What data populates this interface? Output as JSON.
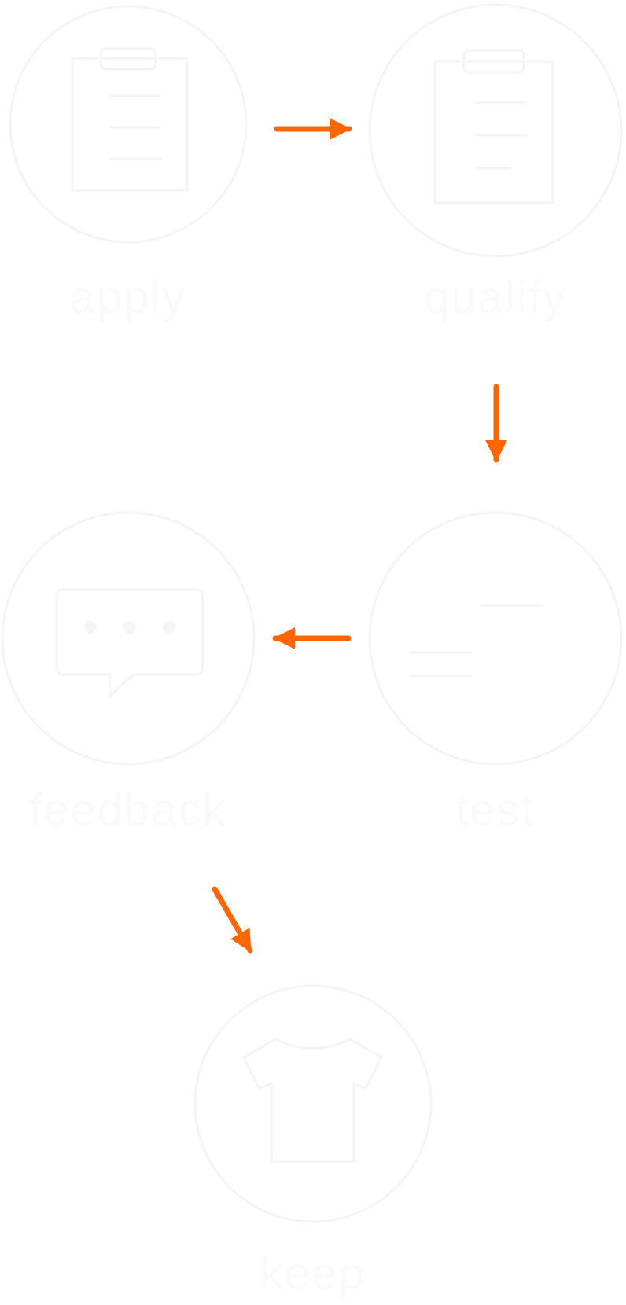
{
  "steps": [
    {
      "id": "apply",
      "label": "apply",
      "icon": "clipboard-icon"
    },
    {
      "id": "qualify",
      "label": "qualify",
      "icon": "checklist-icon"
    },
    {
      "id": "test",
      "label": "test",
      "icon": "thumbs-icon"
    },
    {
      "id": "feedback",
      "label": "feedback",
      "icon": "chat-bubble-icon"
    },
    {
      "id": "keep",
      "label": "keep",
      "icon": "tshirt-icon"
    }
  ],
  "colors": {
    "arrow": "#ff6600",
    "ghost_stroke": "#f5f5f5",
    "ghost_text": "#fafafa",
    "background": "#ffffff"
  }
}
